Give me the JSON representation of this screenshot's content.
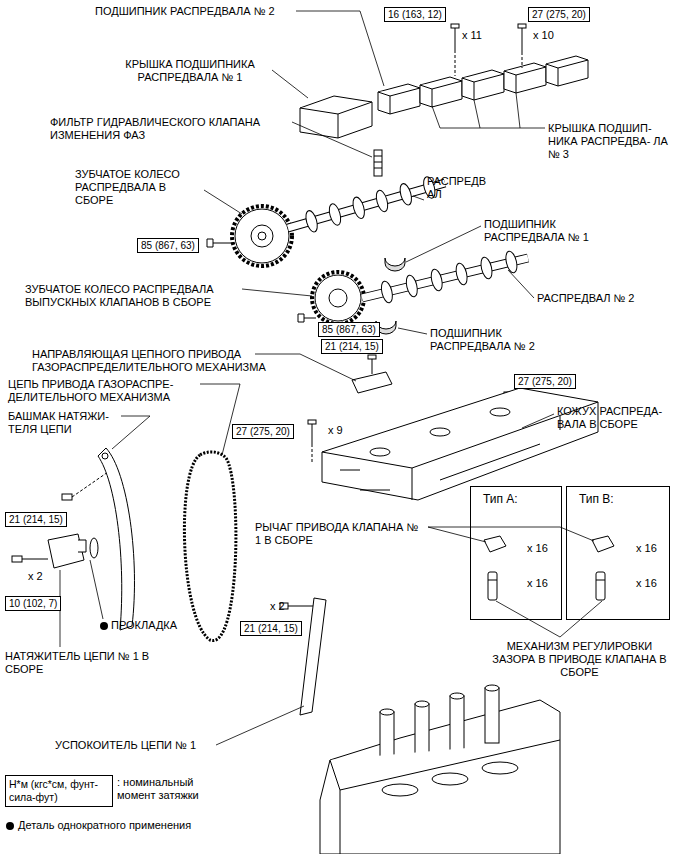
{
  "diagram": {
    "nodes": [
      {
        "text": [
          "16 (163, 12)"
        ]
      },
      {
        "text": [
          "27 (275, 20)"
        ]
      },
      {
        "text": [
          "85 (867, 63)"
        ]
      },
      {
        "text": [
          "85 (867, 63)"
        ]
      },
      {
        "text": [
          "21 (214, 15)"
        ]
      },
      {
        "text": [
          "27 (275, 20)"
        ]
      },
      {
        "text": [
          "27 (275, 20)"
        ]
      },
      {
        "text": [
          "Тип А:"
        ]
      },
      {
        "text": [
          "Тип В:"
        ]
      },
      {
        "text": [
          "21 (214, 15)"
        ]
      },
      {
        "text": [
          "10 (102, 7)"
        ]
      },
      {
        "text": [
          "21 (214, 15)"
        ]
      },
      {
        "text": [
          "Н*м (кгс*см, фунт- сила-фут)"
        ]
      }
    ],
    "labels": [
      "ПОДШИПНИК РАСПРЕДВАЛА № 2",
      "x 11",
      "x 10",
      "КРЫШКА ПОДШИПНИКА РАСПРЕДВАЛА № 1",
      "ФИЛЬТР ГИДРАВЛИЧЕСКОГО КЛАПАНА ИЗМЕНЕНИЯ ФАЗ",
      "КРЫШКА ПОДШИП- НИКА РАСПРЕДВА- ЛА № 3",
      "ЗУБЧАТОЕ КОЛЕСО РАСПРЕДВАЛА В СБОРЕ",
      "РАСПРЕДВ АЛ",
      "ПОДШИПНИК РАСПРЕДВАЛА № 1",
      "ЗУБЧАТОЕ КОЛЕСО РАСПРЕДВАЛА ВЫПУСКНЫХ КЛАПАНОВ В СБОРЕ",
      "РАСПРЕДВАЛ № 2",
      "ПОДШИПНИК РАСПРЕДВАЛА № 2",
      "НАПРАВЛЯЮЩАЯ ЦЕПНОГО ПРИВОДА ГАЗОРАСПРЕДЕЛИТЕЛЬНОГО МЕХАНИЗМА",
      "ЦЕПЬ ПРИВОДА ГАЗОРАСПРЕ- ДЕЛИТЕЛЬНОГО МЕХАНИЗМА",
      "КОЖУХ РАСПРЕДА- ВАЛА В СБОРЕ",
      "БАШМАК НАТЯЖИ- ТЕЛЯ ЦЕПИ",
      "x 9",
      "РЫЧАГ ПРИВОДА КЛАПАНА № 1 В СБОРЕ",
      "x 16",
      "x 16",
      "x 16",
      "x 16",
      "x 2",
      "x 2",
      "ПРОКЛАДКА",
      "НАТЯЖИТЕЛЬ ЦЕПИ № 1 В СБОРЕ",
      "МЕХАНИЗМ РЕГУЛИРОВКИ ЗАЗОРА В ПРИВОДЕ КЛАПАНА В СБОРЕ",
      "УСПОКОИТЕЛЬ ЦЕПИ № 1"
    ],
    "legend": [
      {
        "text": ": номинальный момент затяжки"
      },
      {
        "text": "Деталь однократного применения"
      }
    ]
  }
}
